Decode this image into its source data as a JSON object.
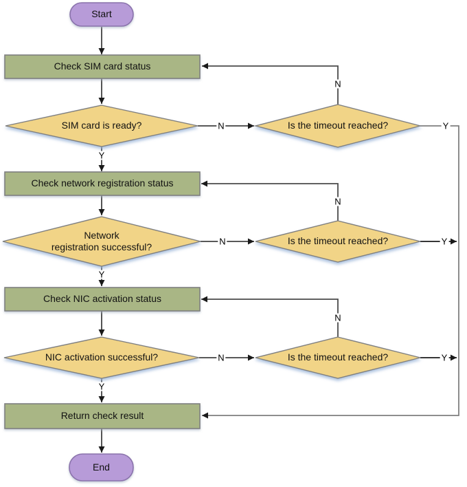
{
  "diagram": {
    "type": "flowchart",
    "nodes": {
      "start": {
        "shape": "terminator",
        "label": "Start"
      },
      "check_sim": {
        "shape": "process",
        "label": "Check SIM card status"
      },
      "sim_ready": {
        "shape": "decision",
        "label": "SIM card is ready?"
      },
      "timeout_1": {
        "shape": "decision",
        "label": "Is the timeout reached?"
      },
      "check_network": {
        "shape": "process",
        "label": "Check network registration status"
      },
      "network_ok": {
        "shape": "decision",
        "line1": "Network",
        "line2": "registration successful?"
      },
      "timeout_2": {
        "shape": "decision",
        "label": "Is the timeout reached?"
      },
      "check_nic": {
        "shape": "process",
        "label": "Check NIC activation status"
      },
      "nic_ok": {
        "shape": "decision",
        "label": "NIC activation successful?"
      },
      "timeout_3": {
        "shape": "decision",
        "label": "Is the timeout reached?"
      },
      "return_result": {
        "shape": "process",
        "label": "Return check result"
      },
      "end": {
        "shape": "terminator",
        "label": "End"
      }
    },
    "edge_labels": {
      "yes": "Y",
      "no": "N"
    },
    "colors": {
      "terminator_fill": "#b79bd8",
      "terminator_border": "#8a72ab",
      "process_fill": "#a9b685",
      "process_border": "#7f7f7f",
      "decision_fill": "#f1d487",
      "decision_border": "#7f7f7f",
      "connector": "#404040",
      "connector_return": "#7f7f7f",
      "arrow": "#1a1a1a",
      "decision_shadow": "#9fb8da",
      "label_text": "#000000",
      "background": "#ffffff"
    }
  }
}
